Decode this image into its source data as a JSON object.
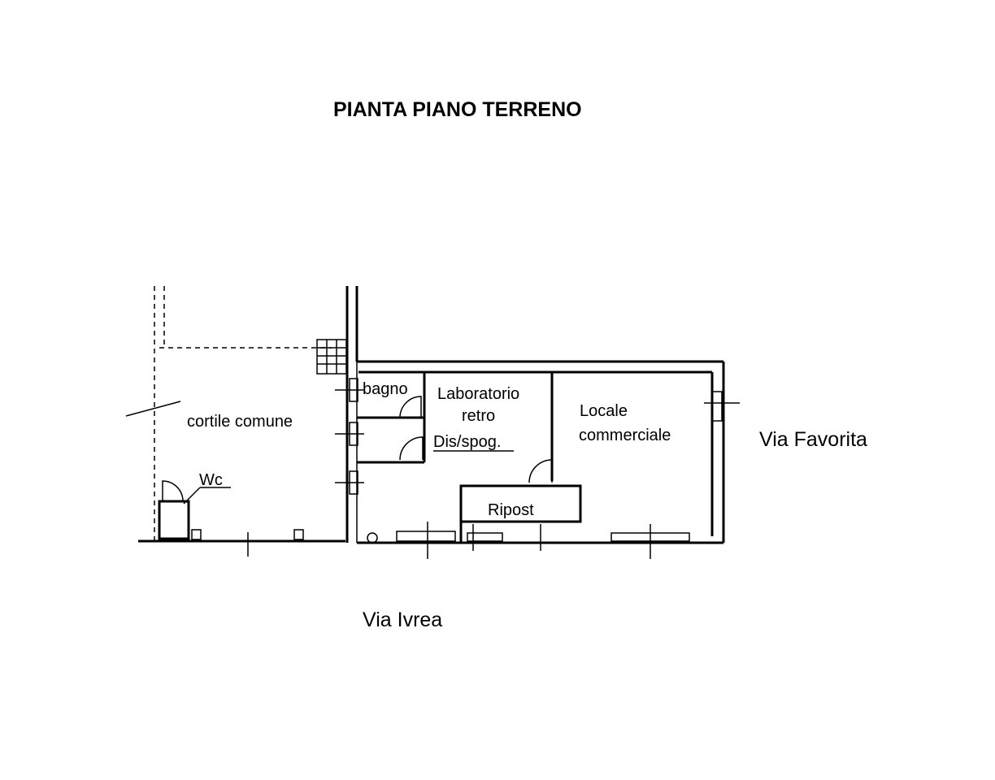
{
  "title": "PIANTA PIANO TERRENO",
  "streets": {
    "east": "Via Favorita",
    "south": "Via Ivrea"
  },
  "rooms": {
    "cortile": "cortile comune",
    "wc": "Wc",
    "bagno": "bagno",
    "laboratorio_line1": "Laboratorio",
    "laboratorio_line2": "retro",
    "disimpegno": "Dis/spog.",
    "locale_line1": "Locale",
    "locale_line2": "commerciale",
    "ripostiglio": "Ripost"
  }
}
